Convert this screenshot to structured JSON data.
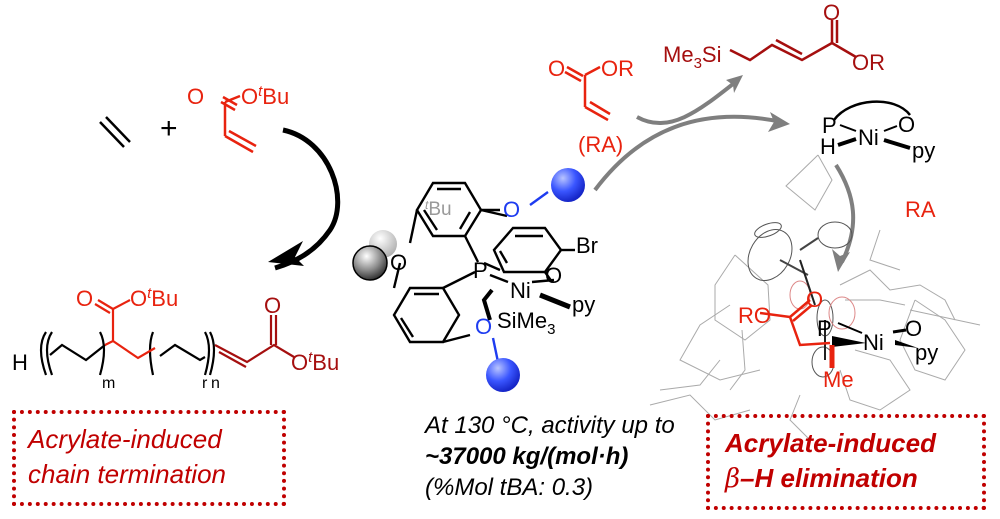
{
  "colors": {
    "red": "#e8230f",
    "dark_red": "#a50f0f",
    "box_red": "#c00000",
    "blue": "#1e3cf0",
    "gray_arrow": "#7f7f7f",
    "black": "#000000"
  },
  "reactants": {
    "plus": "+",
    "acrylate_label": "O",
    "acrylate_ester": "OtBu",
    "ester_prefix": "O",
    "ester_tbu_t": "t",
    "ester_tbu": "Bu"
  },
  "polymer": {
    "h_label": "H",
    "sub_m": "m",
    "sub_r": "r",
    "sub_n": "n",
    "carbonyl_o": "O",
    "ester_o": "O",
    "t": "t",
    "bu": "Bu"
  },
  "catalyst": {
    "tbu_label_t": "t",
    "tbu_label": "Bu",
    "br": "Br",
    "o_phenol": "O",
    "p": "P",
    "ni": "Ni",
    "py": "py",
    "sime3": "SiMe",
    "sime3_sub": "3",
    "o_top": "O",
    "o_left": "O",
    "o_bottom": "O"
  },
  "ra": {
    "carbonyl_o": "O",
    "ester": "OR",
    "label": "(RA)"
  },
  "product_allylsilane": {
    "me3si": "Me",
    "me3si_sub": "3",
    "si": "Si",
    "carbonyl_o": "O",
    "ester": "OR"
  },
  "hydride": {
    "p": "P",
    "h": "H",
    "ni": "Ni",
    "o": "O",
    "py": "py"
  },
  "ra_arrow_label": "RA",
  "crystal": {
    "ro": "RO",
    "o": "O",
    "p": "P",
    "ni": "Ni",
    "o2": "O",
    "py": "py",
    "me": "Me"
  },
  "left_box": {
    "line1": "Acrylate-induced",
    "line2": "chain termination"
  },
  "right_box": {
    "line1": "Acrylate-induced",
    "line2_beta": "β",
    "line2": "–H elimination"
  },
  "activity": {
    "line1": "At 130 °C, activity up to",
    "line2": "~37000 kg/(mol·h)",
    "line3": "(%Mol tBA: 0.3)"
  }
}
